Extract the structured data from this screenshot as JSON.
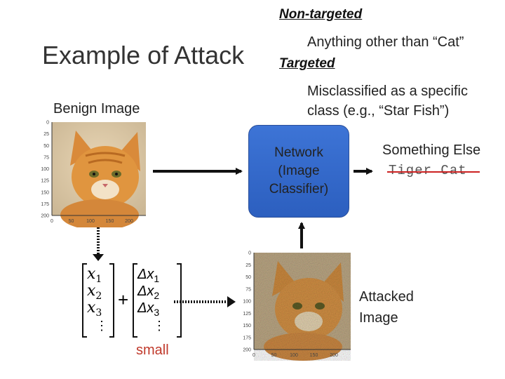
{
  "title": "Example of Attack",
  "non_targeted": {
    "label": "Non-targeted",
    "desc": "Anything other than “Cat”"
  },
  "targeted": {
    "label": "Targeted",
    "desc": "Misclassified as a specific class (e.g., “Star Fish”)"
  },
  "benign": {
    "label": "Benign Image",
    "x_ticks": [
      "0",
      "50",
      "100",
      "150",
      "200"
    ],
    "y_ticks": [
      "0",
      "25",
      "50",
      "75",
      "100",
      "125",
      "150",
      "175",
      "200"
    ]
  },
  "network": {
    "text": "Network\n(Image\nClassifier)"
  },
  "output": {
    "result": "Something Else",
    "struck": "Tiger Cat"
  },
  "attacked": {
    "label": "Attacked\nImage",
    "x_ticks": [
      "0",
      "50",
      "100",
      "150",
      "200"
    ],
    "y_ticks": [
      "0",
      "25",
      "50",
      "75",
      "100",
      "125",
      "150",
      "175",
      "200"
    ]
  },
  "formula": {
    "left": [
      "x1",
      "x2",
      "x3"
    ],
    "right": [
      "Δx1",
      "Δx2",
      "Δx3"
    ],
    "plus": "+",
    "note": "small"
  },
  "colors": {
    "network_fill": "#3d74d6",
    "strike_line": "#cc2222",
    "arrow": "#111111"
  }
}
